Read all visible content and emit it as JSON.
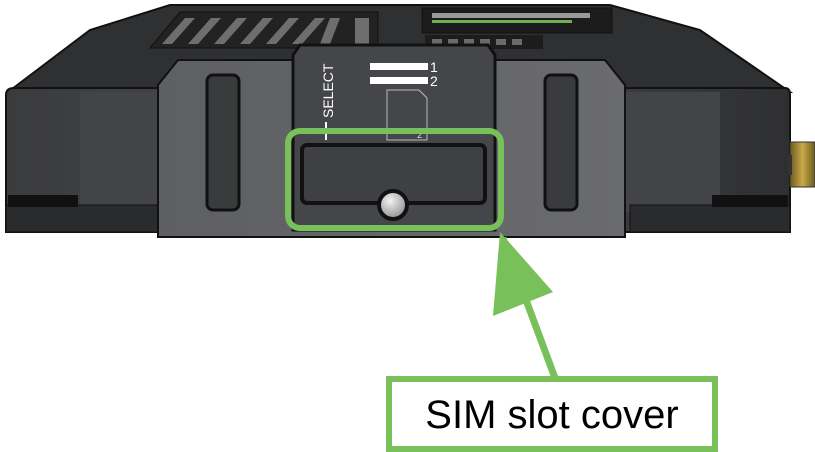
{
  "device": {
    "select_label": "SELECT",
    "sim_slot_1": "1",
    "sim_slot_2": "2",
    "sim_icon_number": "2"
  },
  "callout": {
    "label": "SIM slot cover",
    "color": "#78c05a"
  }
}
